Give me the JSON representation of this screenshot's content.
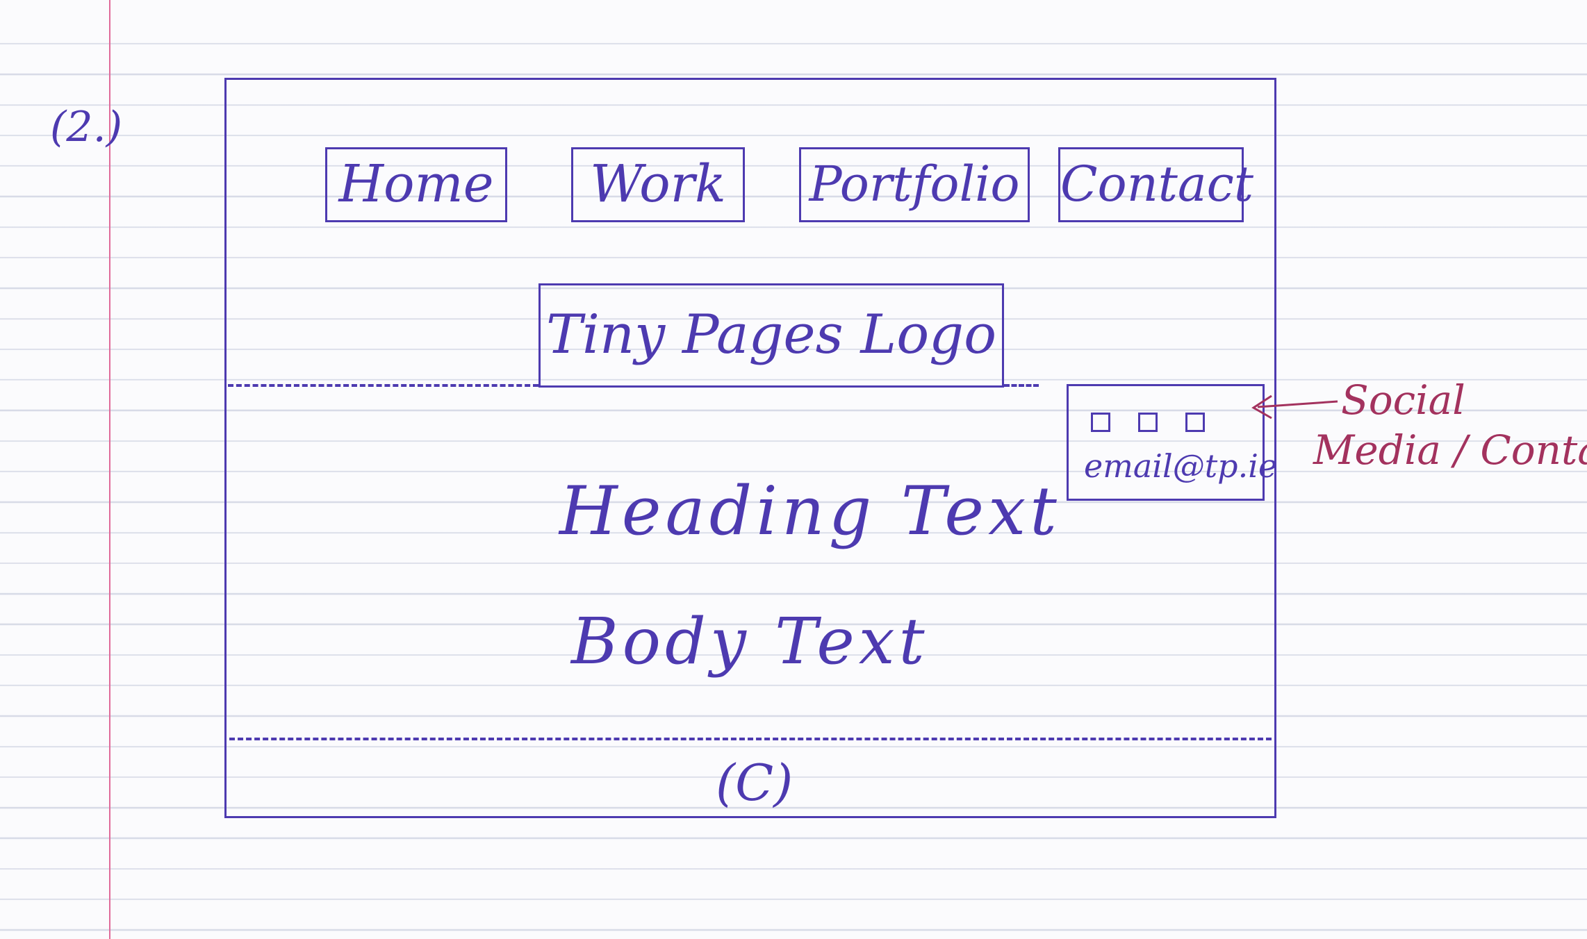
{
  "page_number": "(2.)",
  "nav": {
    "items": [
      {
        "id": "home",
        "label": "Home"
      },
      {
        "id": "work",
        "label": "Work"
      },
      {
        "id": "portfolio",
        "label": "Portfolio"
      },
      {
        "id": "contact",
        "label": "Contact"
      }
    ]
  },
  "logo": {
    "label": "Tiny Pages Logo"
  },
  "social": {
    "email": "email@tp.ie"
  },
  "content": {
    "heading": "Heading Text",
    "body": "Body Text"
  },
  "footer": {
    "label": "(C)"
  },
  "annotation": {
    "line1": "Social",
    "line2": "Media / Contact"
  },
  "colors": {
    "ink": "#4d3ab0",
    "annotation_ink": "#a3325e",
    "margin_line": "#e06b9a"
  }
}
